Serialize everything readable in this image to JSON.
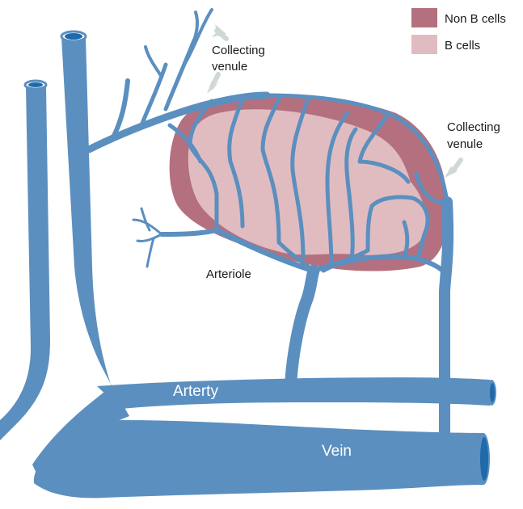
{
  "legend": {
    "items": [
      {
        "label": "Non B cells",
        "color": "#b4707e"
      },
      {
        "label": "B cells",
        "color": "#e0bcc1"
      }
    ]
  },
  "labels": {
    "collecting_venule_top_line1": "Collecting",
    "collecting_venule_top_line2": "venule",
    "collecting_venule_right_line1": "Collecting",
    "collecting_venule_right_line2": "venule",
    "arteriole": "Arteriole",
    "artery": "Arterty",
    "vein": "Vein"
  },
  "colors": {
    "vessel": "#5b8fbf",
    "vessel_lumen": "#1f6aaa",
    "arrow": "#cfd8d3"
  }
}
